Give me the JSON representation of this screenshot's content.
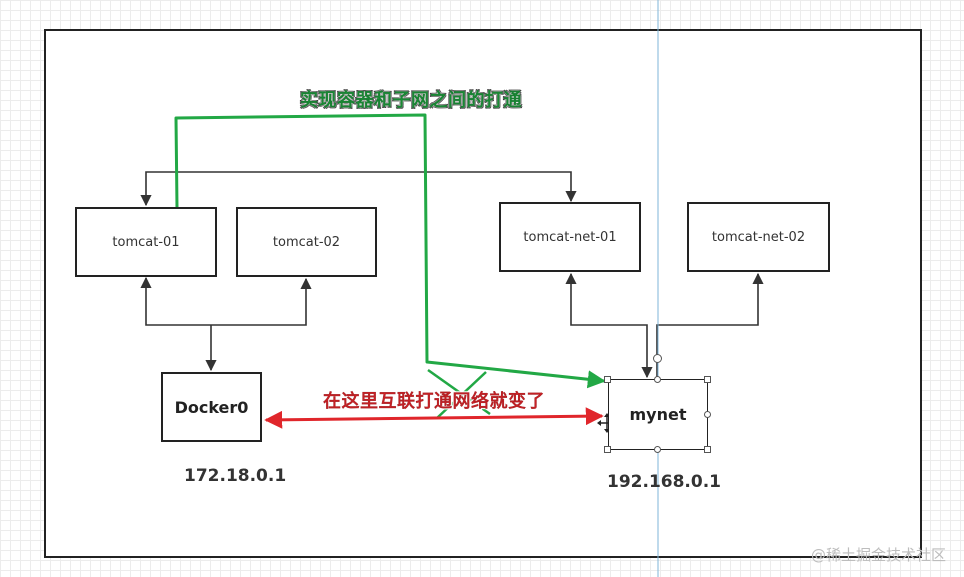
{
  "nodes": {
    "tomcat01": "tomcat-01",
    "tomcat02": "tomcat-02",
    "tomcat_net01": "tomcat-net-01",
    "tomcat_net02": "tomcat-net-02",
    "docker0": "Docker0",
    "mynet": "mynet"
  },
  "ips": {
    "docker0": "172.18.0.1",
    "mynet": "192.168.0.1"
  },
  "annotations": {
    "green": "实现容器和子网之间的打通",
    "red": "在这里互联打通网络就变了"
  },
  "colors": {
    "green": "#22a845",
    "red": "#e0262b",
    "line": "#333333",
    "guide": "#7fb6d8"
  },
  "watermark": "@稀土掘金技术社区"
}
